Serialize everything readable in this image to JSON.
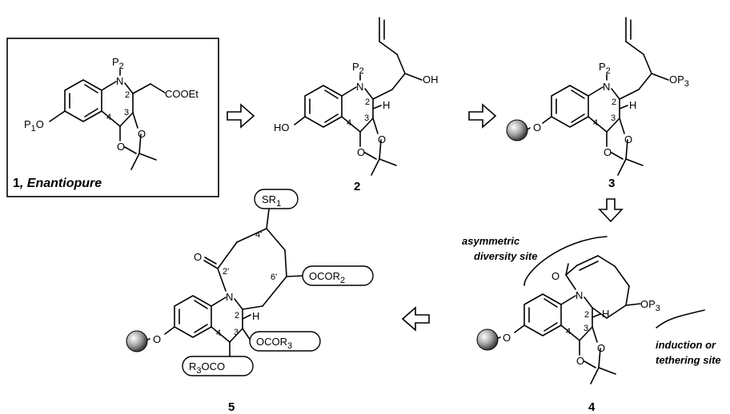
{
  "compound_1": {
    "number": "1",
    "caption_rest": ", Enantiopure",
    "group_N": "P",
    "group_N_sub": "2",
    "group_ester": "COOEt",
    "group_phenol": "P",
    "group_phenol_sub": "1",
    "group_phenol_tail": "O",
    "atom_N": "N",
    "atom_O_a": "O",
    "atom_O_b": "O",
    "pos_2": "2",
    "pos_3": "3",
    "pos_4": "4"
  },
  "compound_2": {
    "number": "2",
    "group_N": "P",
    "group_N_sub": "2",
    "group_OH": "OH",
    "group_HO": "HO",
    "atom_N": "N",
    "atom_H": "H",
    "atom_O_a": "O",
    "atom_O_b": "O",
    "pos_2": "2",
    "pos_3": "3",
    "pos_4": "4"
  },
  "compound_3": {
    "number": "3",
    "group_N": "P",
    "group_N_sub": "2",
    "group_OP": "OP",
    "group_OP_sub": "3",
    "atom_N": "N",
    "atom_H": "H",
    "atom_O_link": "O",
    "atom_O_a": "O",
    "atom_O_b": "O",
    "pos_2": "2",
    "pos_3": "3",
    "pos_4": "4"
  },
  "compound_4": {
    "number": "4",
    "annotation_top_line1": "asymmetric",
    "annotation_top_line2": "diversity site",
    "annotation_bottom_line1": "induction or",
    "annotation_bottom_line2": "tethering site",
    "group_OP": "OP",
    "group_OP_sub": "3",
    "atom_carbonyl_O": "O",
    "atom_N": "N",
    "atom_H": "H",
    "atom_O_link": "O",
    "atom_O_a": "O",
    "atom_O_b": "O",
    "pos_2": "2",
    "pos_3": "3",
    "pos_4": "4"
  },
  "compound_5": {
    "number": "5",
    "group_SR": "SR",
    "group_SR_sub": "1",
    "group_OCOR2": "OCOR",
    "group_OCOR2_sub": "2",
    "group_OCOR3": "OCOR",
    "group_OCOR3_sub": "3",
    "group_R3OCO_pre": "R",
    "group_R3OCO_sub": "3",
    "group_R3OCO_post": "OCO",
    "atom_carbonyl_O": "O",
    "atom_N": "N",
    "atom_H": "H",
    "atom_O_link": "O",
    "pos_2": "2",
    "pos_3": "3",
    "pos_4": "4",
    "pos_2p": "2'",
    "pos_4p": "4'",
    "pos_6p": "6'"
  }
}
